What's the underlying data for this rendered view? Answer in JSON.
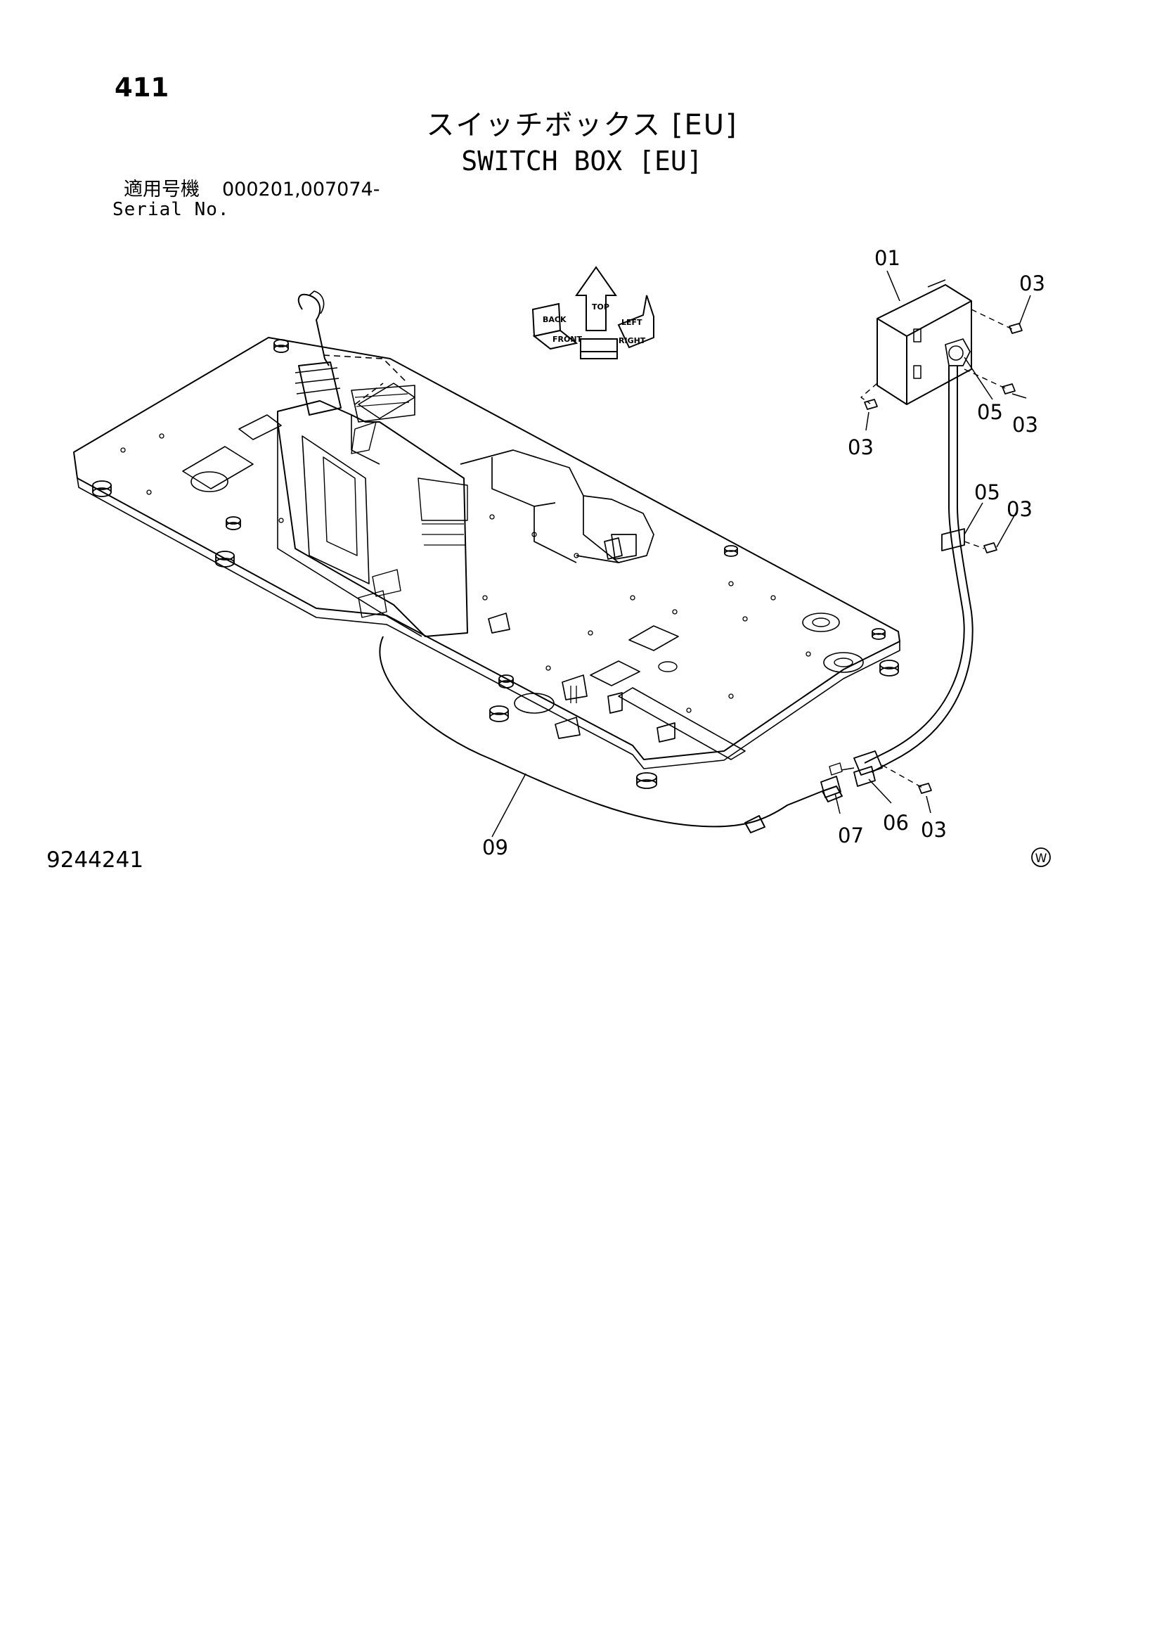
{
  "page": {
    "number": "411",
    "title_jp": "スイッチボックス [EU]",
    "title_en": "SWITCH BOX [EU]",
    "serial_label_jp": "適用号機",
    "serial_values": "000201,007074-",
    "serial_label_en": "Serial No.",
    "drawing_number": "9244241",
    "mark": "W"
  },
  "direction_indicator": {
    "up": "TOP",
    "left": "FRONT",
    "right": "RIGHT",
    "back": "BACK",
    "lside": "LEFT"
  },
  "callouts": {
    "c01": "01",
    "c03a": "03",
    "c03b": "03",
    "c03c": "03",
    "c05a": "05",
    "c05b": "05",
    "c03d": "03",
    "c03e": "03",
    "c06": "06",
    "c07": "07",
    "c09": "09"
  }
}
